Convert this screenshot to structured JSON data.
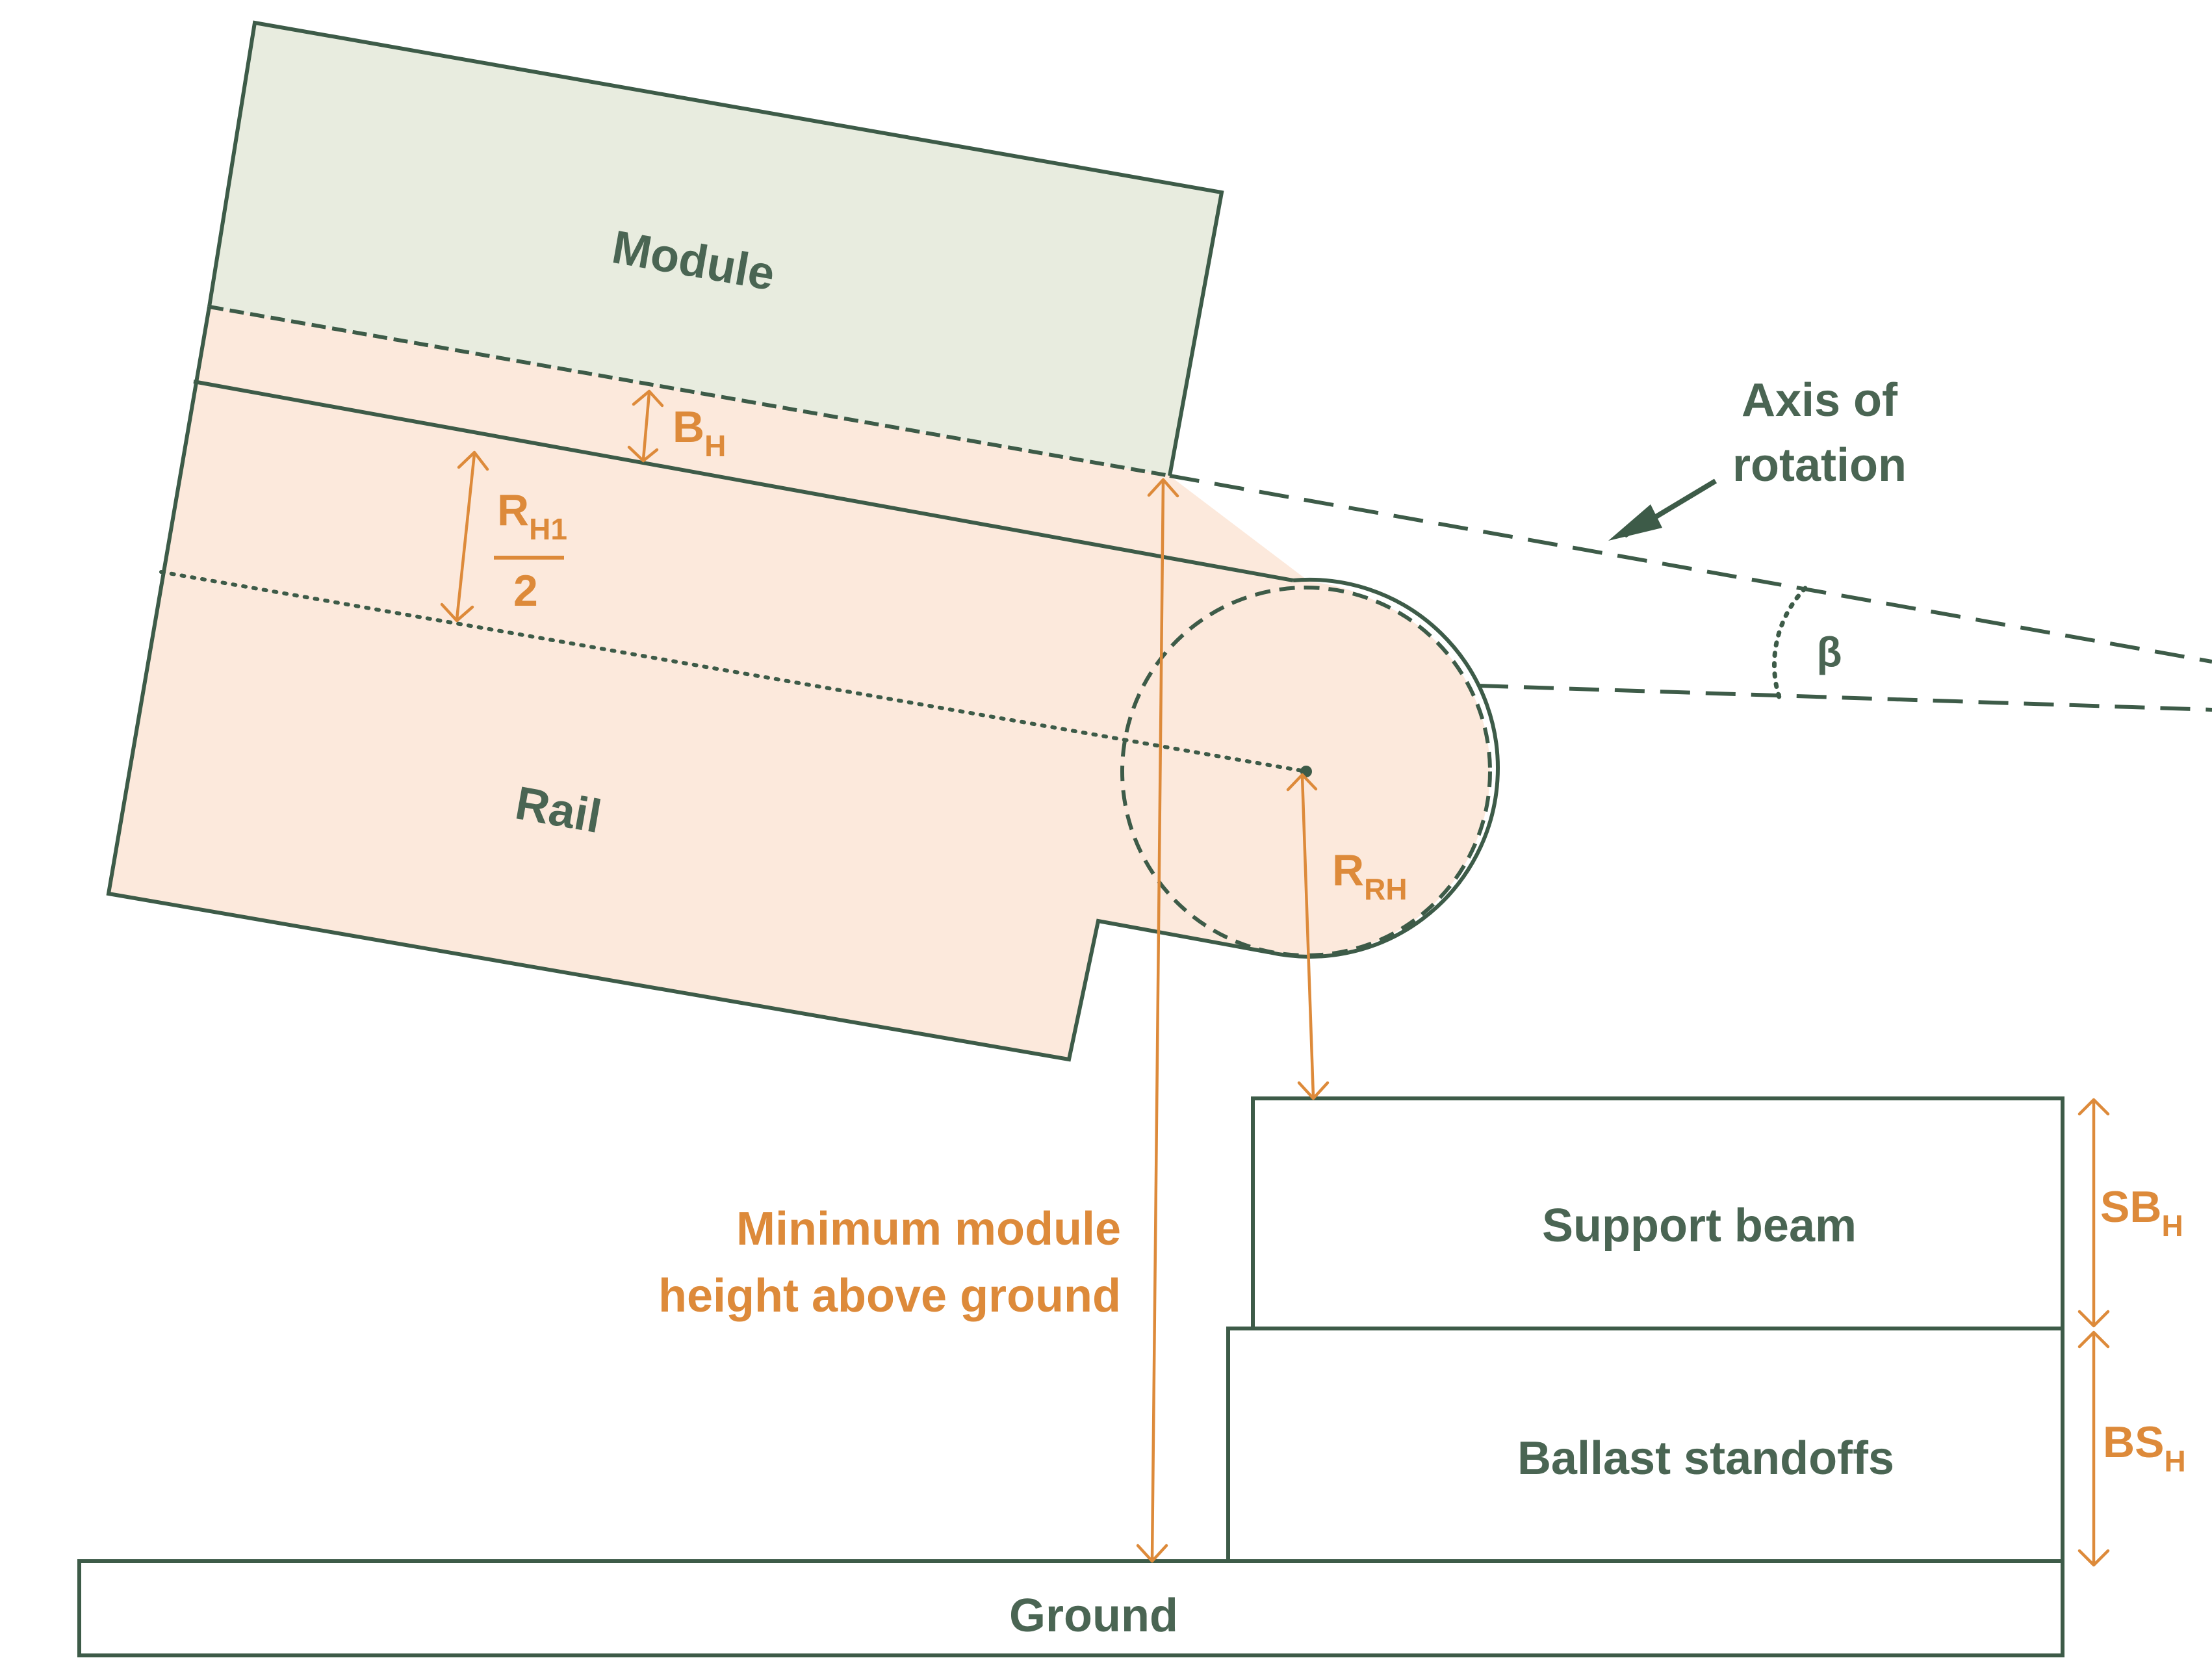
{
  "labels": {
    "module": "Module",
    "rail": "Rail",
    "axis_line1": "Axis of",
    "axis_line2": "rotation",
    "beta": "β",
    "bh_main": "B",
    "bh_sub": "H",
    "rh1_main": "R",
    "rh1_sub": "H1",
    "rh1_den": "2",
    "rrh_main": "R",
    "rrh_sub": "RH",
    "min_height_line1": "Minimum module",
    "min_height_line2": "height above ground",
    "support_beam": "Support beam",
    "sbh_main": "SB",
    "sbh_sub": "H",
    "ballast": "Ballast standoffs",
    "bsh_main": "BS",
    "bsh_sub": "H",
    "ground": "Ground"
  },
  "colors": {
    "module_fill": "#e8ecdf",
    "rail_fill": "#fce9dc",
    "support_fill": "#f4dcdc",
    "ground_fill": "#e8ecdf",
    "outline": "#3d5b48",
    "label_dark": "#4a6553",
    "dimension": "#dd8a3a"
  }
}
